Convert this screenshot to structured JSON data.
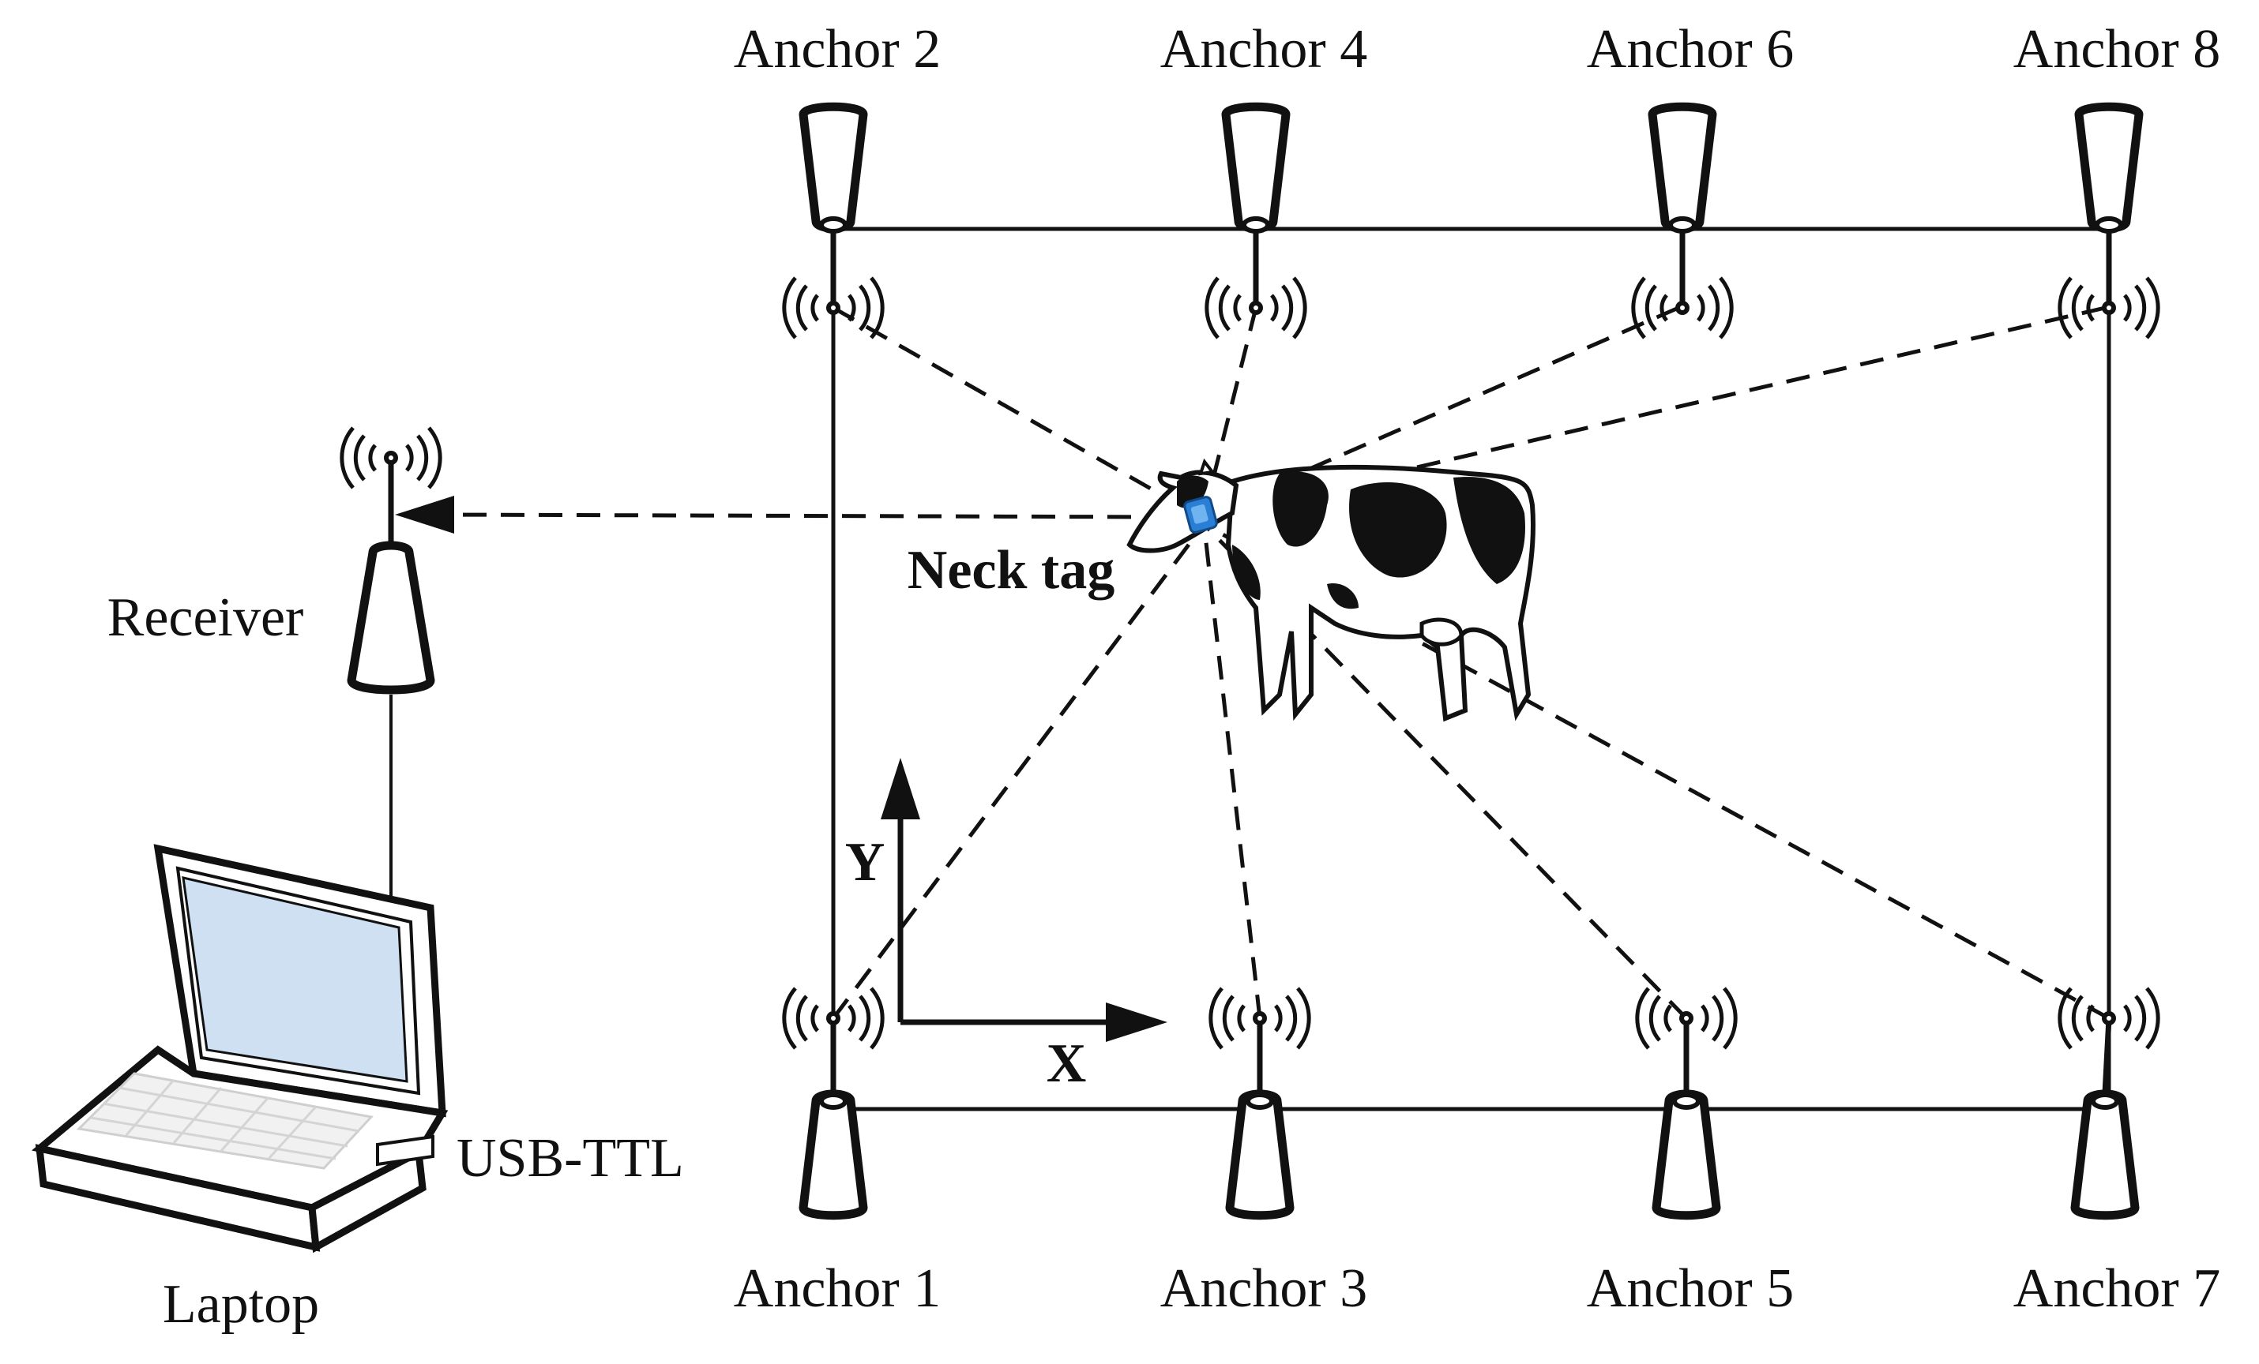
{
  "labels": {
    "anchor_1": "Anchor 1",
    "anchor_2": "Anchor 2",
    "anchor_3": "Anchor 3",
    "anchor_4": "Anchor 4",
    "anchor_5": "Anchor 5",
    "anchor_6": "Anchor 6",
    "anchor_7": "Anchor 7",
    "anchor_8": "Anchor 8",
    "receiver": "Receiver",
    "neck_tag": "Neck tag",
    "laptop": "Laptop",
    "usb_ttl": "USB-TTL",
    "axis_x": "X",
    "axis_y": "Y"
  },
  "colors": {
    "ink": "#111111",
    "tag": "#2a7fd4",
    "screen": "#cfe0f2"
  },
  "icons": {
    "anchor": "antenna-base-icon",
    "signal": "wireless-signal-icon",
    "laptop": "laptop-icon",
    "animal": "cow-icon"
  }
}
